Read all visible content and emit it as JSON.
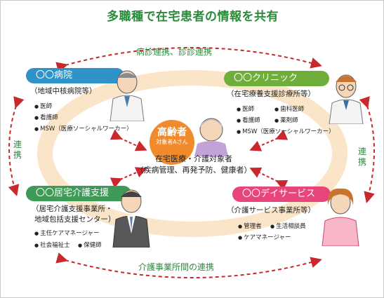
{
  "title": "多職種で在宅患者の情報を共有",
  "connections": {
    "top": "病診連携、診診連携",
    "bottom": "介護事業所間の連携",
    "left": "連携",
    "right": "連携"
  },
  "hospital": {
    "label": "〇〇病院",
    "type": "（地域中核病院等）",
    "staff": [
      "医師",
      "看護師",
      "MSW（医療ソーシャルワーカー）"
    ],
    "color": "#2f93c9"
  },
  "clinic": {
    "label": "〇〇クリニック",
    "type": "（在宅療養支援診療所等）",
    "staff": [
      "医師",
      "歯科医師",
      "看護師",
      "薬剤師",
      "MSW（医療ソーシャルワーカー）"
    ],
    "color": "#6fae3a"
  },
  "care_support": {
    "label": "〇〇居宅介護支援",
    "type_line1": "（居宅介護支援事業所・",
    "type_line2": "地域包括支援センター）",
    "staff": [
      "主任ケアマネージャー",
      "社会福祉士",
      "保健師"
    ],
    "color": "#3f9a58"
  },
  "day_service": {
    "label": "〇〇デイサービス",
    "type": "（介護サービス事業所等）",
    "staff": [
      "管理者",
      "生活相談員",
      "ケアマネージャー"
    ],
    "color": "#e8467a"
  },
  "elder": {
    "label": "高齢者",
    "sub": "対象者Aさん",
    "color": "#f08a2a"
  },
  "center": {
    "line1": "在宅医療・介護対象者",
    "line2": "（疾病管理、再発予防、健康者）"
  }
}
